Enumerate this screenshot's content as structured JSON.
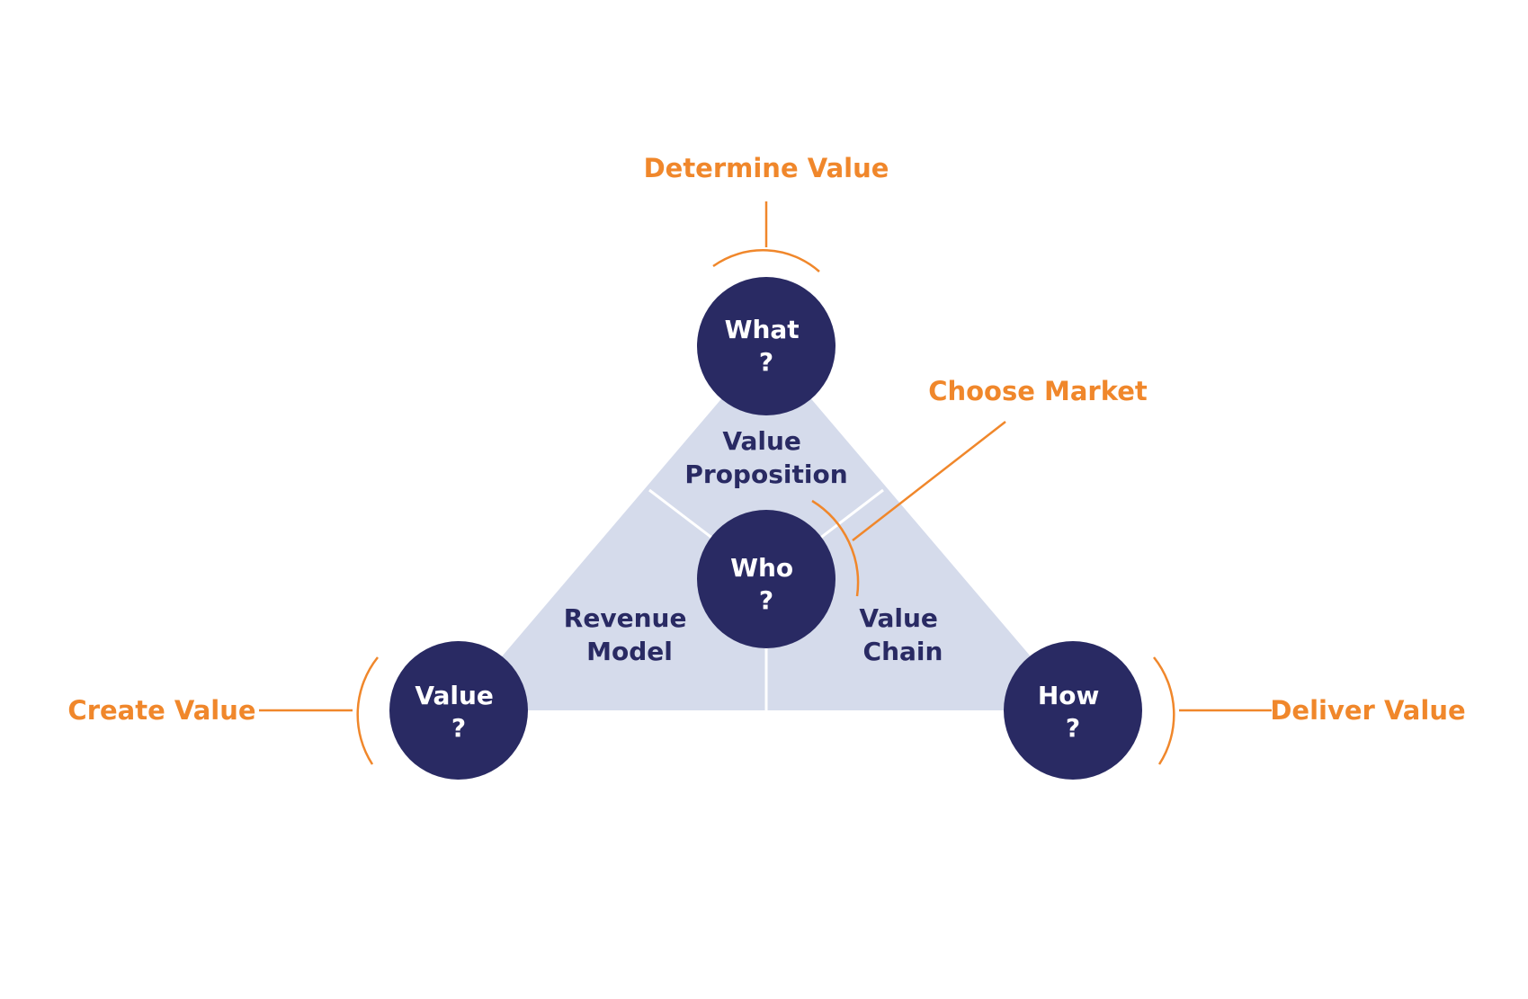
{
  "colors": {
    "node_fill": "#292a63",
    "triangle_fill": "#d5dbeb",
    "divider": "#ffffff",
    "accent": "#f0872b",
    "region_text": "#292a63",
    "node_text": "#ffffff"
  },
  "nodes": {
    "what": {
      "line1": "What",
      "line2": "?"
    },
    "who": {
      "line1": "Who",
      "line2": "?"
    },
    "value": {
      "line1": "Value",
      "line2": "?"
    },
    "how": {
      "line1": "How",
      "line2": "?"
    }
  },
  "regions": {
    "value_proposition": {
      "line1": "Value",
      "line2": "Proposition"
    },
    "revenue_model": {
      "line1": "Revenue",
      "line2": "Model"
    },
    "value_chain": {
      "line1": "Value",
      "line2": "Chain"
    }
  },
  "callouts": {
    "determine_value": "Determine Value",
    "choose_market": "Choose Market",
    "create_value": "Create Value",
    "deliver_value": "Deliver Value"
  }
}
